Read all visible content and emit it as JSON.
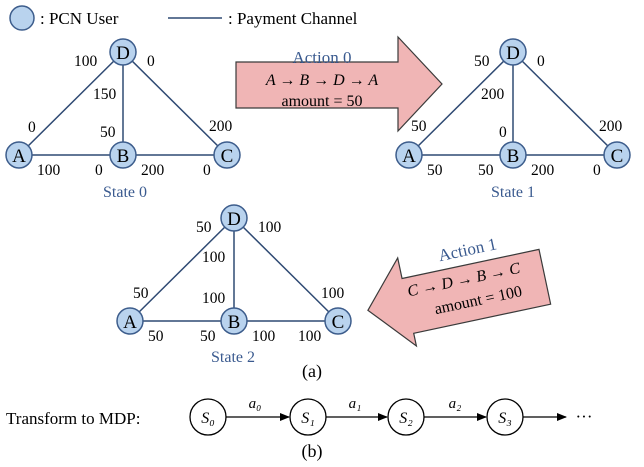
{
  "legend": {
    "user_label": ": PCN User",
    "channel_label": ": Payment Channel"
  },
  "colors": {
    "node_fill": "#b9d3ee",
    "node_stroke": "#3d5d8c",
    "edge": "#2f4a73",
    "arrow_fill": "#f0b5b5",
    "arrow_stroke": "#3a3a3a",
    "state_text": "#3a5a8f"
  },
  "states": [
    {
      "label": "State 0",
      "nodes": [
        "A",
        "B",
        "C",
        "D"
      ],
      "balances": {
        "DA_D": "100",
        "DA_A": "0",
        "DB_D": "150",
        "DB_B": "50",
        "DC_D": "0",
        "DC_C": "200",
        "AB_A": "100",
        "AB_B": "0",
        "BC_B": "200",
        "BC_C": "0"
      }
    },
    {
      "label": "State 1",
      "nodes": [
        "A",
        "B",
        "C",
        "D"
      ],
      "balances": {
        "DA_D": "50",
        "DA_A": "50",
        "DB_D": "200",
        "DB_B": "0",
        "DC_D": "0",
        "DC_C": "200",
        "AB_A": "50",
        "AB_B": "50",
        "BC_B": "200",
        "BC_C": "0"
      }
    },
    {
      "label": "State 2",
      "nodes": [
        "A",
        "B",
        "C",
        "D"
      ],
      "balances": {
        "DA_D": "50",
        "DA_A": "50",
        "DB_D": "100",
        "DB_B": "100",
        "DC_D": "100",
        "DC_C": "100",
        "AB_A": "50",
        "AB_B": "50",
        "BC_B": "100",
        "BC_C": "100"
      }
    }
  ],
  "actions": [
    {
      "title": "Action 0",
      "path": "A → B → D → A",
      "amount": "amount = 50"
    },
    {
      "title": "Action 1",
      "path": "C → D → B → C",
      "amount": "amount = 100"
    }
  ],
  "captions": {
    "a": "(a)",
    "b": "(b)"
  },
  "mdp": {
    "label": "Transform to MDP:",
    "states": [
      "S₀",
      "S₁",
      "S₂",
      "S₃"
    ],
    "actions": [
      "a₀",
      "a₁",
      "a₂"
    ],
    "ellipsis": "···"
  }
}
